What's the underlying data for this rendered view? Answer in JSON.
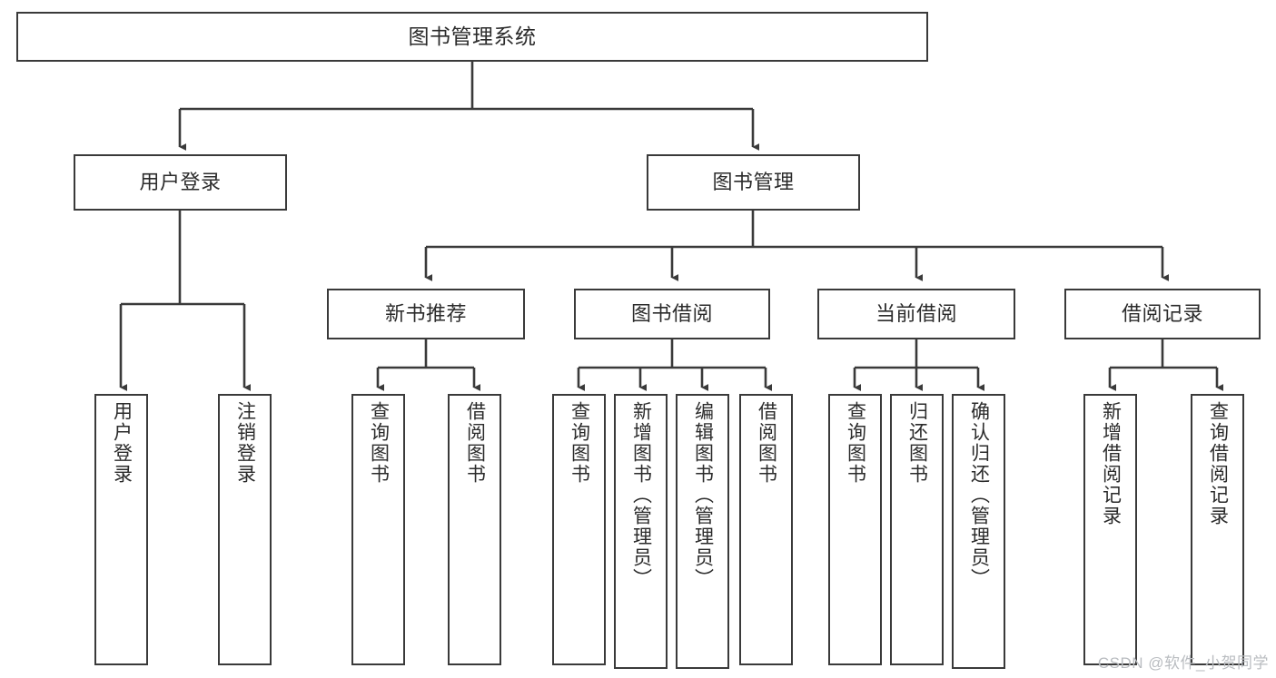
{
  "diagram": {
    "title": "图书管理系统",
    "type": "hierarchy-tree",
    "watermark": "CSDN @软件_小贺同学",
    "colors": {
      "stroke": "#3a3a3a",
      "fill": "#ffffff",
      "text": "#2b2b2b",
      "watermark": "#b9bcc0"
    },
    "nodes": {
      "root": {
        "label": "图书管理系统"
      },
      "level2": [
        {
          "label": "用户登录"
        },
        {
          "label": "图书管理"
        }
      ],
      "level3": [
        {
          "label": "新书推荐"
        },
        {
          "label": "图书借阅"
        },
        {
          "label": "当前借阅"
        },
        {
          "label": "借阅记录"
        }
      ],
      "leaves": {
        "user_login": [
          {
            "label": "用户登录"
          },
          {
            "label": "注销登录"
          }
        ],
        "new_book": [
          {
            "label": "查询图书"
          },
          {
            "label": "借阅图书"
          }
        ],
        "borrow_book": [
          {
            "label": "查询图书"
          },
          {
            "label": "新增图书（管理员）"
          },
          {
            "label": "编辑图书（管理员）"
          },
          {
            "label": "借阅图书"
          }
        ],
        "current_borrow": [
          {
            "label": "查询图书"
          },
          {
            "label": "归还图书"
          },
          {
            "label": "确认归还（管理员）"
          }
        ],
        "borrow_record": [
          {
            "label": "新增借阅记录"
          },
          {
            "label": "查询借阅记录"
          }
        ]
      }
    }
  }
}
